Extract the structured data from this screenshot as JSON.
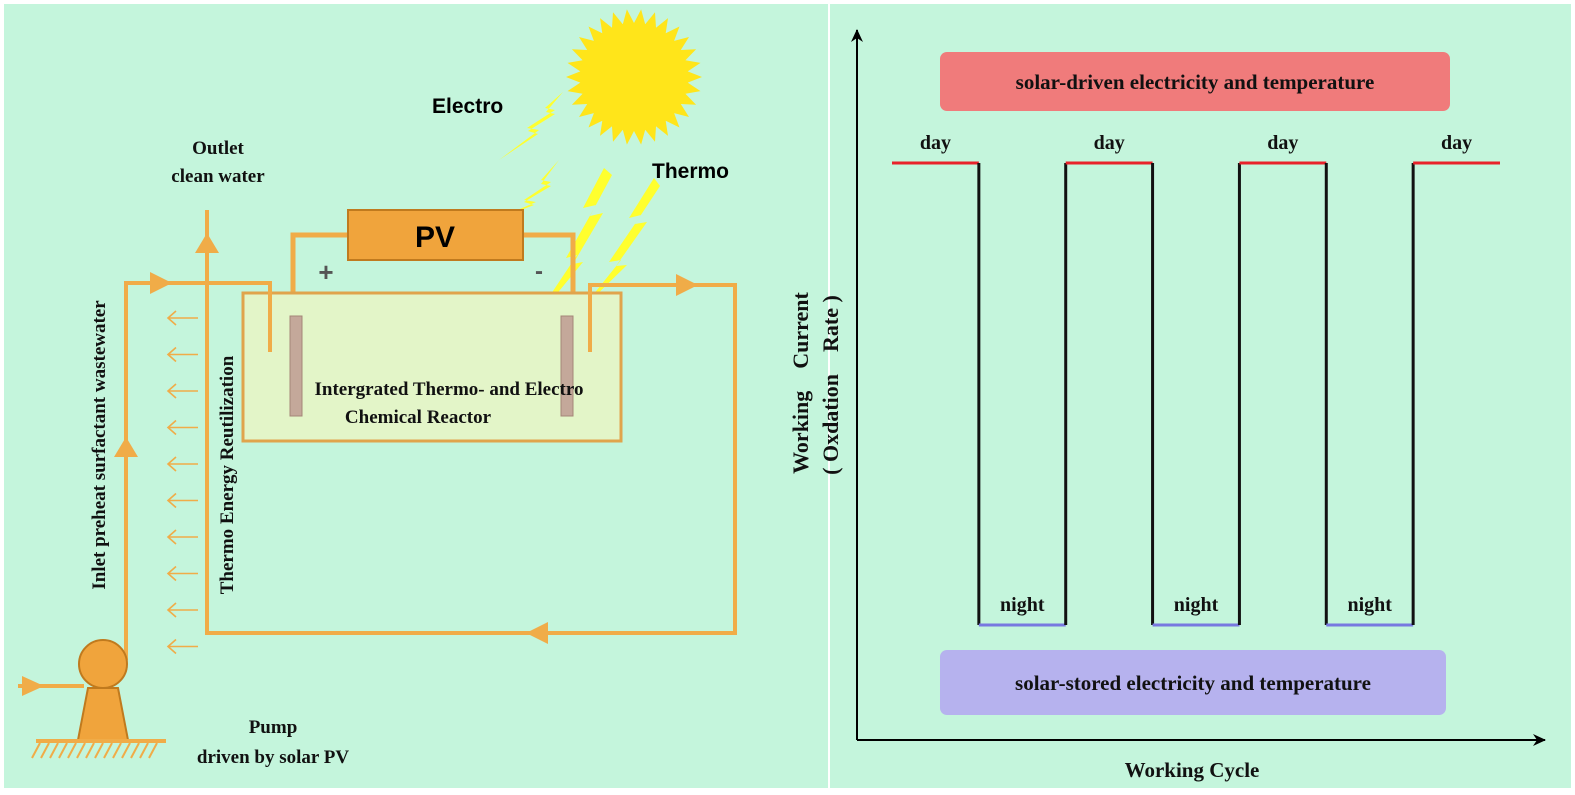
{
  "colors": {
    "background": "#c4f5dc",
    "pipe": "#f0ac48",
    "pv_fill": "#f0a43c",
    "sun": "#ffe51a",
    "lightning": "#ffff2e",
    "day_line": "#e8222a",
    "night_line": "#7878e0",
    "driven_box": "#f07b7b",
    "stored_box": "#b6b2ee",
    "reactor_fill": "#e3f5c8",
    "electrode": "#c4a89a"
  },
  "diagram": {
    "electro_label": "Electro",
    "thermo_label": "Thermo",
    "pv_label": "PV",
    "plus_sign": "+",
    "minus_sign": "-",
    "outlet_line1": "Outlet",
    "outlet_line2": "clean water",
    "inlet_label": "Inlet preheat surfactant wastewater",
    "thermo_reuse_label": "Thermo Energy Reutilization",
    "reactor_line1": "Intergrated Thermo- and Electro",
    "reactor_line2": "Chemical Reactor",
    "pump_line1": "Pump",
    "pump_line2": "driven by solar PV",
    "icons": [
      "sun-icon",
      "lightning-bolt-icon",
      "pump-icon",
      "arrow-icon"
    ]
  },
  "chart_data": {
    "type": "line",
    "xlabel": "Working Cycle",
    "ylabel_line1": "Working    Current",
    "ylabel_line2": "( Oxdation    Rate )",
    "top_label": "solar-driven electricity and temperature",
    "bottom_label": "solar-stored electricity and temperature",
    "phases": [
      "day",
      "night",
      "day",
      "night",
      "day",
      "night",
      "day"
    ],
    "levels": {
      "day": 1,
      "night": 0
    }
  }
}
